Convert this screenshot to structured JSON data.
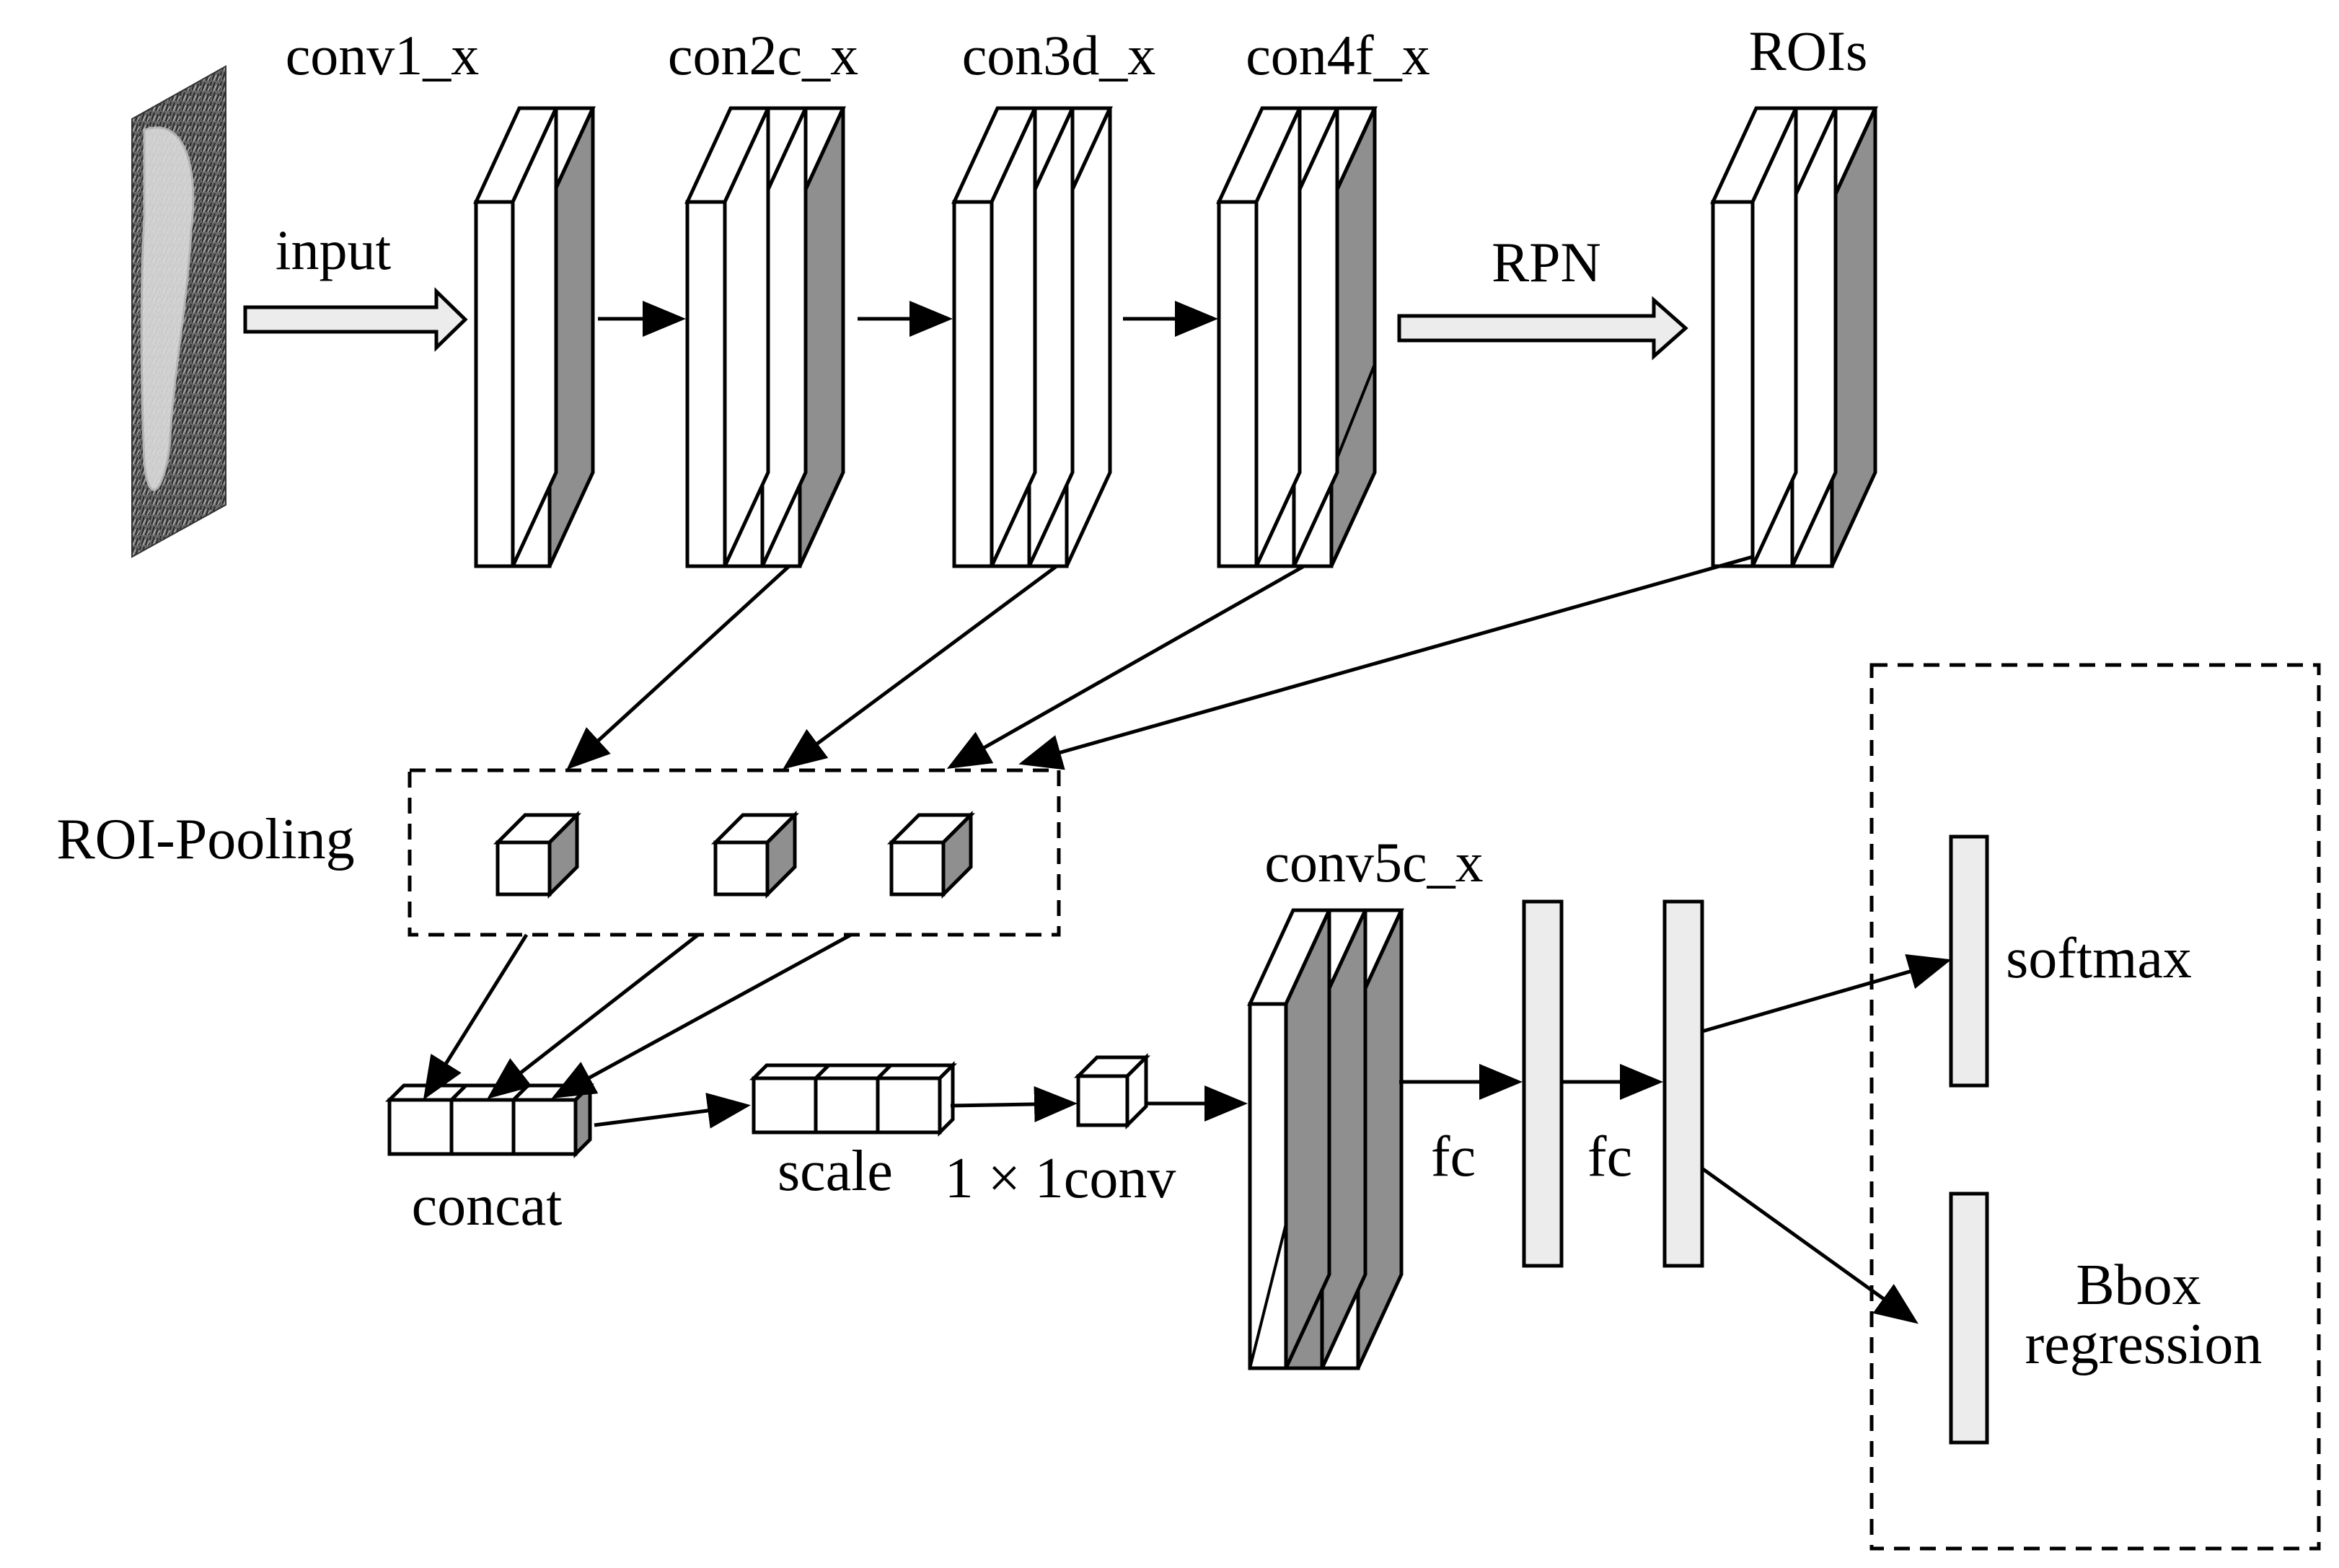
{
  "labels": {
    "conv1": "conv1_x",
    "conv2": "con2c_x",
    "conv3": "con3d_x",
    "conv4": "con4f_x",
    "rois": "ROIs",
    "input": "input",
    "rpn": "RPN",
    "roi_pooling": "ROI-Pooling",
    "conv5": "conv5c_x",
    "concat": "concat",
    "scale": "scale",
    "conv1x1": "1 × 1conv",
    "fc1": "fc",
    "fc2": "fc",
    "softmax": "softmax",
    "bbox_line1": "Bbox",
    "bbox_line2": "regression"
  },
  "colors": {
    "stroke": "#000000",
    "shade": "#8f8f8f",
    "light": "#ececec",
    "white": "#ffffff"
  }
}
